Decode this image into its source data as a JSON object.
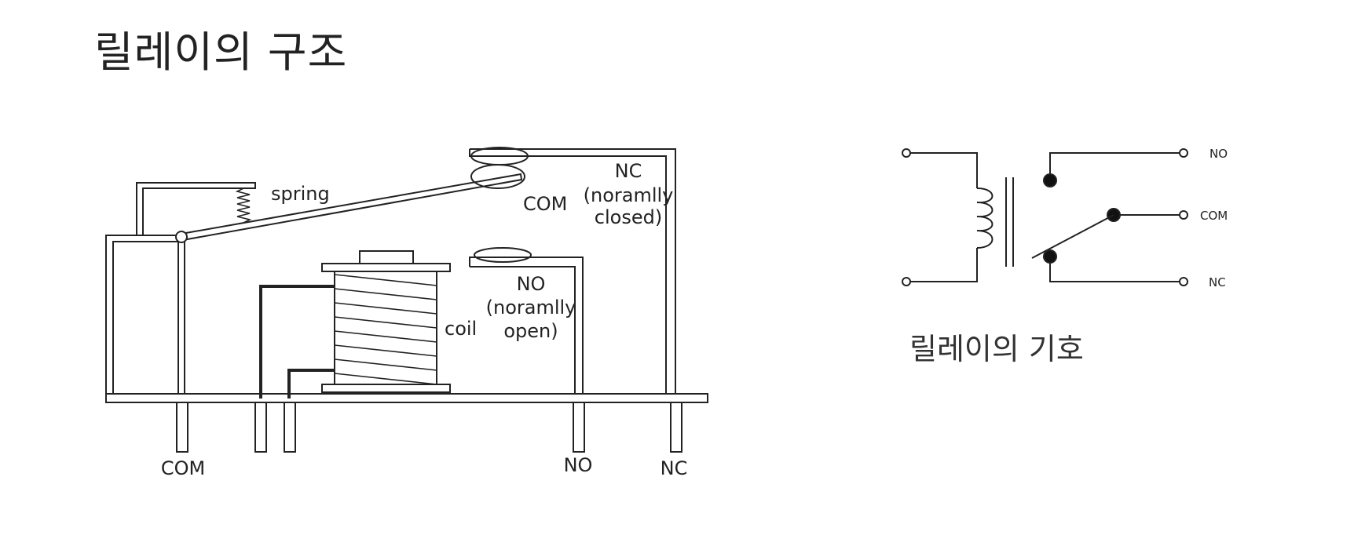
{
  "title": "릴레이의 구조",
  "structure": {
    "labels": {
      "spring": "spring",
      "com_contact": "COM",
      "nc_title": "NC",
      "nc_desc1": "(noramlly",
      "nc_desc2": "closed)",
      "no_title": "NO",
      "no_desc1": "(noramlly",
      "no_desc2": "open)",
      "coil": "coil",
      "pin_com": "COM",
      "pin_no": "NO",
      "pin_nc": "NC"
    }
  },
  "symbol": {
    "caption": "릴레이의 기호",
    "labels": {
      "no": "NO",
      "com": "COM",
      "nc": "NC"
    }
  }
}
